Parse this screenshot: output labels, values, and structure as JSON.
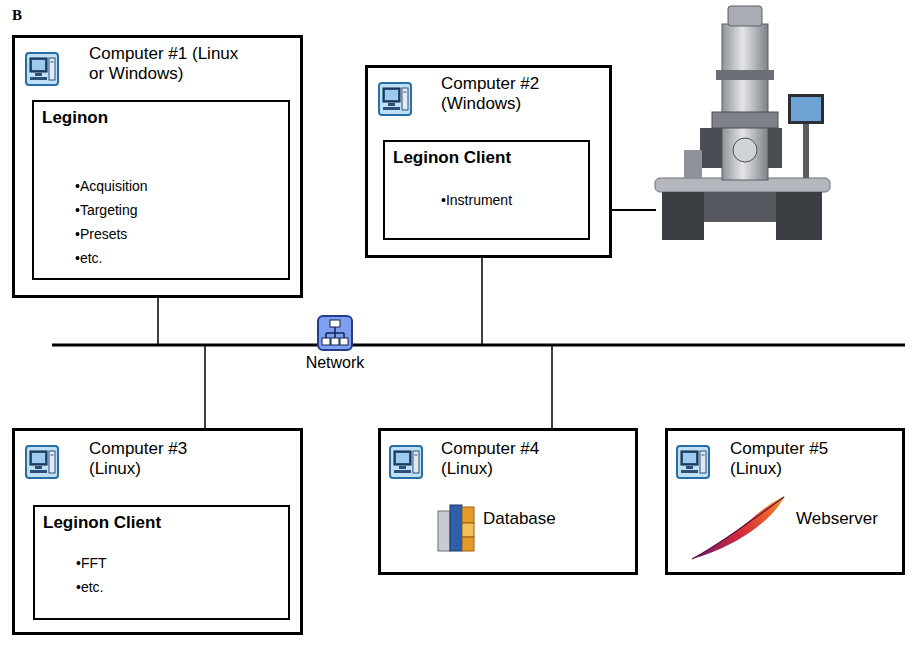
{
  "diagram": {
    "nodes": [
      {
        "text": [
          "Computer #1 (Linux or Windows)"
        ]
      },
      {
        "text": [
          "Leginon",
          "•Acquisition",
          "•Targeting",
          "•Presets",
          "•etc."
        ],
        "in": 0
      },
      {
        "text": [
          "Computer #2 (Windows)"
        ]
      },
      {
        "text": [
          "Leginon Client",
          "•Instrument"
        ],
        "in": 2
      },
      {
        "text": [
          "Network"
        ]
      },
      {
        "text": [
          "Computer #3 (Linux)"
        ]
      },
      {
        "text": [
          "Leginon Client",
          "•FFT",
          "•etc."
        ],
        "in": 5
      },
      {
        "text": [
          "Computer #4 (Linux)",
          "Database"
        ]
      },
      {
        "text": [
          "Computer #5 (Linux)",
          "Webserver"
        ]
      }
    ],
    "edges": [
      {
        "from": 0,
        "to": 4,
        "arrow": "none"
      },
      {
        "from": 2,
        "to": 4,
        "arrow": "none"
      },
      {
        "from": 5,
        "to": 4,
        "arrow": "none"
      },
      {
        "from": 7,
        "to": 4,
        "arrow": "none"
      }
    ],
    "labels": [
      "B"
    ]
  }
}
